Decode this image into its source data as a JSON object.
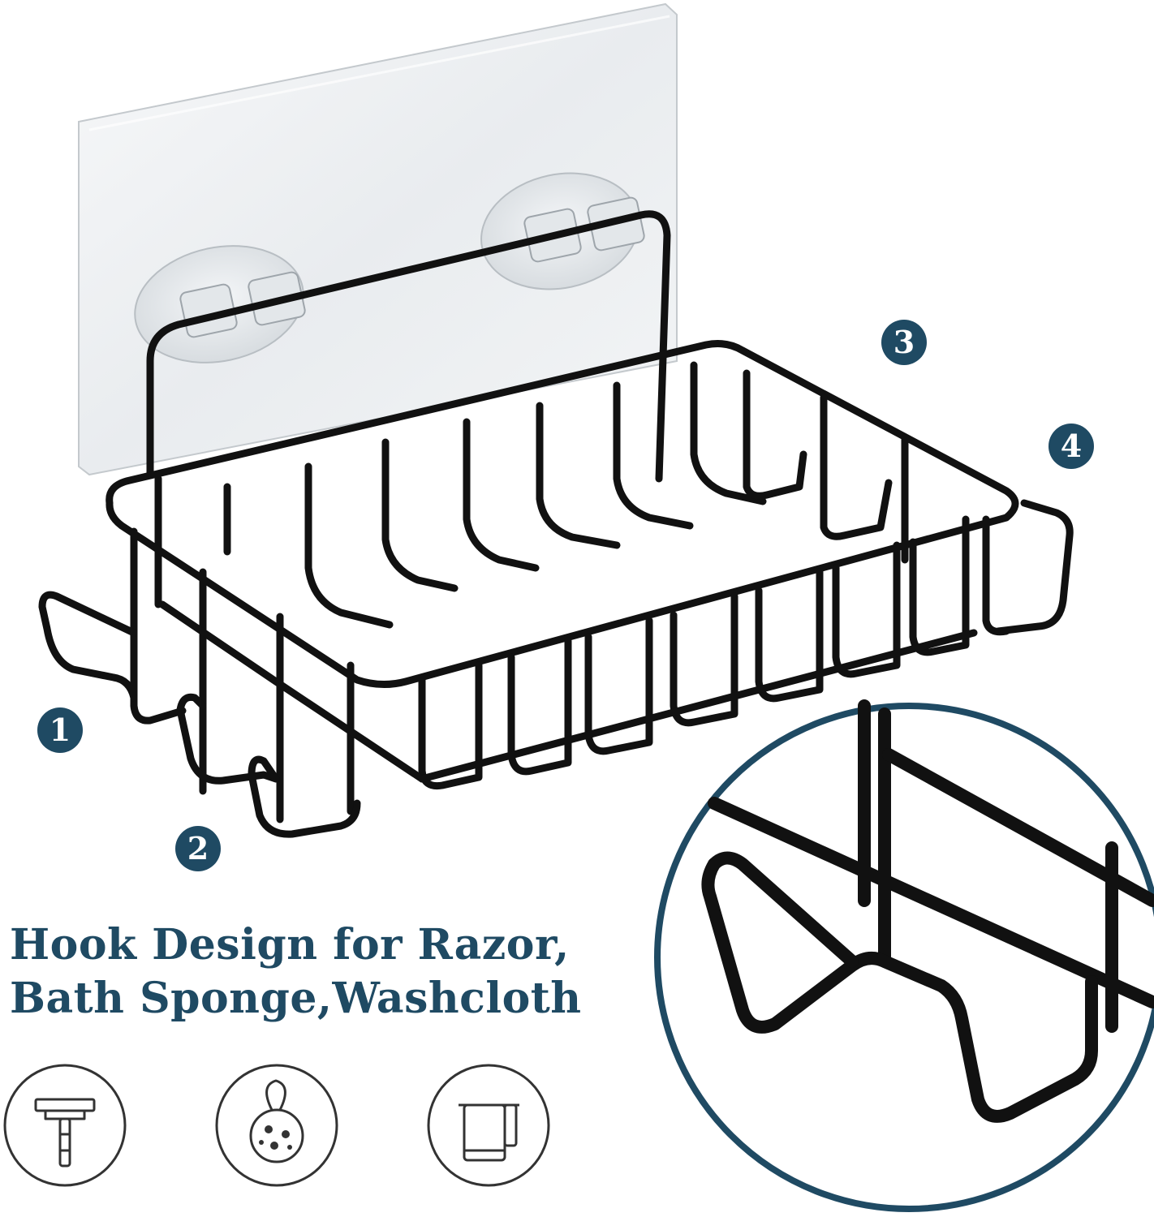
{
  "headline": {
    "line1": "Hook Design for Razor,",
    "line2": "Bath Sponge,Washcloth"
  },
  "callouts": [
    "1",
    "2",
    "3",
    "4"
  ],
  "icons": [
    "razor-icon",
    "bath-sponge-icon",
    "washcloth-icon"
  ],
  "colors": {
    "accent": "#1f4a63",
    "wire": "#111111",
    "adhesive_panel": "#eef1f3",
    "icon_stroke": "#333333"
  }
}
